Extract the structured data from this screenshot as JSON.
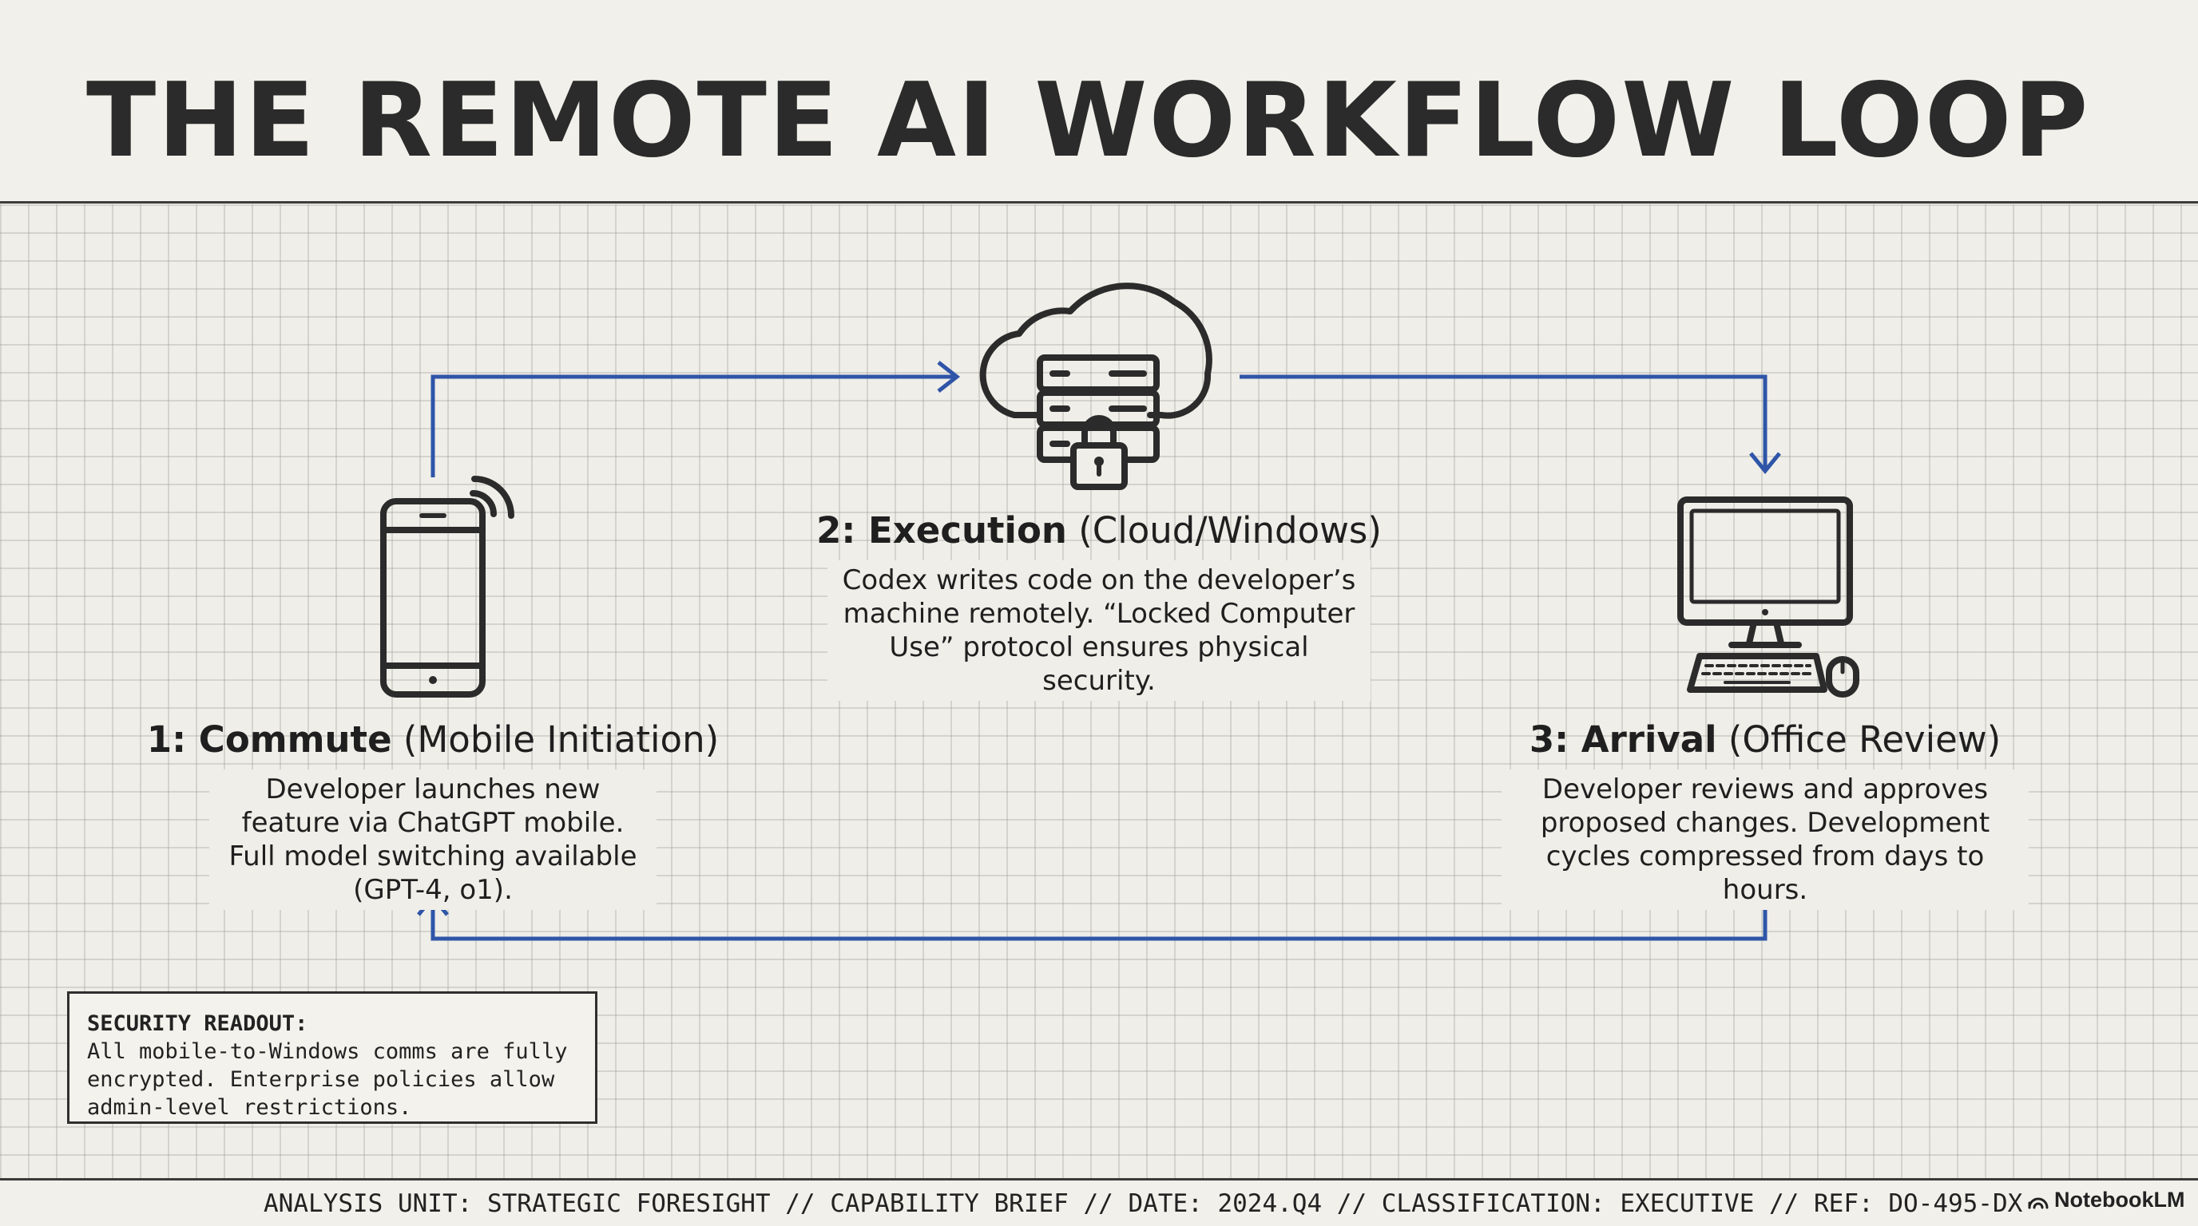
{
  "title": "THE REMOTE AI WORKFLOW LOOP",
  "colors": {
    "arrow": "#2f55a8",
    "ink": "#2b2b2b",
    "background": "#f1f0ea"
  },
  "stages": [
    {
      "icon": "smartphone-icon",
      "title_bold": "1: Commute",
      "title_rest": "(Mobile Initiation)",
      "description": "Developer launches new feature via ChatGPT mobile. Full model switching available (GPT-4, o1)."
    },
    {
      "icon": "cloud-server-lock-icon",
      "title_bold": "2: Execution",
      "title_rest": "(Cloud/Windows)",
      "description": "Codex writes code on the developer’s machine remotely. “Locked Computer Use” protocol ensures physical security."
    },
    {
      "icon": "desktop-computer-icon",
      "title_bold": "3: Arrival",
      "title_rest": "(Office Review)",
      "description": "Developer reviews and approves proposed changes. Development cycles compressed from days to hours."
    }
  ],
  "security": {
    "label": "SECURITY READOUT:",
    "text": "All mobile-to-Windows comms are fully encrypted. Enterprise policies allow admin-level restrictions."
  },
  "footer": "ANALYSIS UNIT: STRATEGIC FORESIGHT // CAPABILITY BRIEF // DATE: 2024.Q4 // CLASSIFICATION: EXECUTIVE // REF: DO-495-DX",
  "brand": "NotebookLM"
}
